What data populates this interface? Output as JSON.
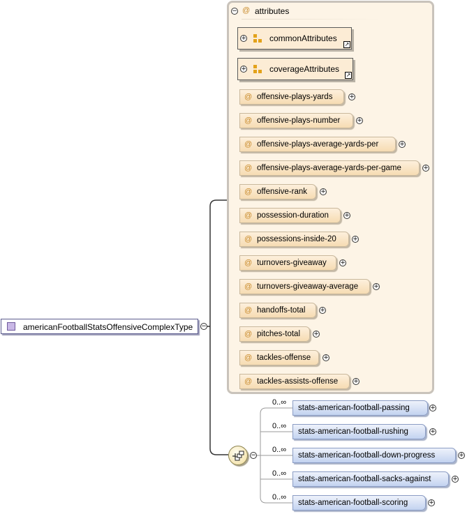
{
  "root": {
    "label": "americanFootballStatsOffensiveComplexType",
    "toggle": "−"
  },
  "attributes": {
    "header": "attributes",
    "at_symbol": "@",
    "header_toggle": "−",
    "groups": [
      {
        "label": "commonAttributes",
        "toggle": "+",
        "link": "↗"
      },
      {
        "label": "coverageAttributes",
        "toggle": "+",
        "link": "↗"
      }
    ],
    "items": [
      {
        "label": "offensive-plays-yards",
        "toggle": "+"
      },
      {
        "label": "offensive-plays-number",
        "toggle": "+"
      },
      {
        "label": "offensive-plays-average-yards-per",
        "toggle": "+"
      },
      {
        "label": "offensive-plays-average-yards-per-game",
        "toggle": "+"
      },
      {
        "label": "offensive-rank",
        "toggle": "+"
      },
      {
        "label": "possession-duration",
        "toggle": "+"
      },
      {
        "label": "possessions-inside-20",
        "toggle": "+"
      },
      {
        "label": "turnovers-giveaway",
        "toggle": "+"
      },
      {
        "label": "turnovers-giveaway-average",
        "toggle": "+"
      },
      {
        "label": "handoffs-total",
        "toggle": "+"
      },
      {
        "label": "pitches-total",
        "toggle": "+"
      },
      {
        "label": "tackles-offense",
        "toggle": "+"
      },
      {
        "label": "tackles-assists-offense",
        "toggle": "+"
      }
    ]
  },
  "sequence": {
    "toggle": "−",
    "elements": [
      {
        "label": "stats-american-football-passing",
        "occurrence": "0..∞",
        "toggle": "+"
      },
      {
        "label": "stats-american-football-rushing",
        "occurrence": "0..∞",
        "toggle": "+"
      },
      {
        "label": "stats-american-football-down-progress",
        "occurrence": "0..∞",
        "toggle": "+"
      },
      {
        "label": "stats-american-football-sacks-against",
        "occurrence": "0..∞",
        "toggle": "+"
      },
      {
        "label": "stats-american-football-scoring",
        "occurrence": "0..∞",
        "toggle": "+"
      }
    ]
  },
  "colors": {
    "attribute_fill": "#f6dcb3",
    "element_fill": "#c3d3f0",
    "attribute_box": "#fdf4e6",
    "at_symbol": "#c88a2a",
    "complex_type_icon": "#c9b8e6",
    "group_icon": "#e3a21a"
  }
}
